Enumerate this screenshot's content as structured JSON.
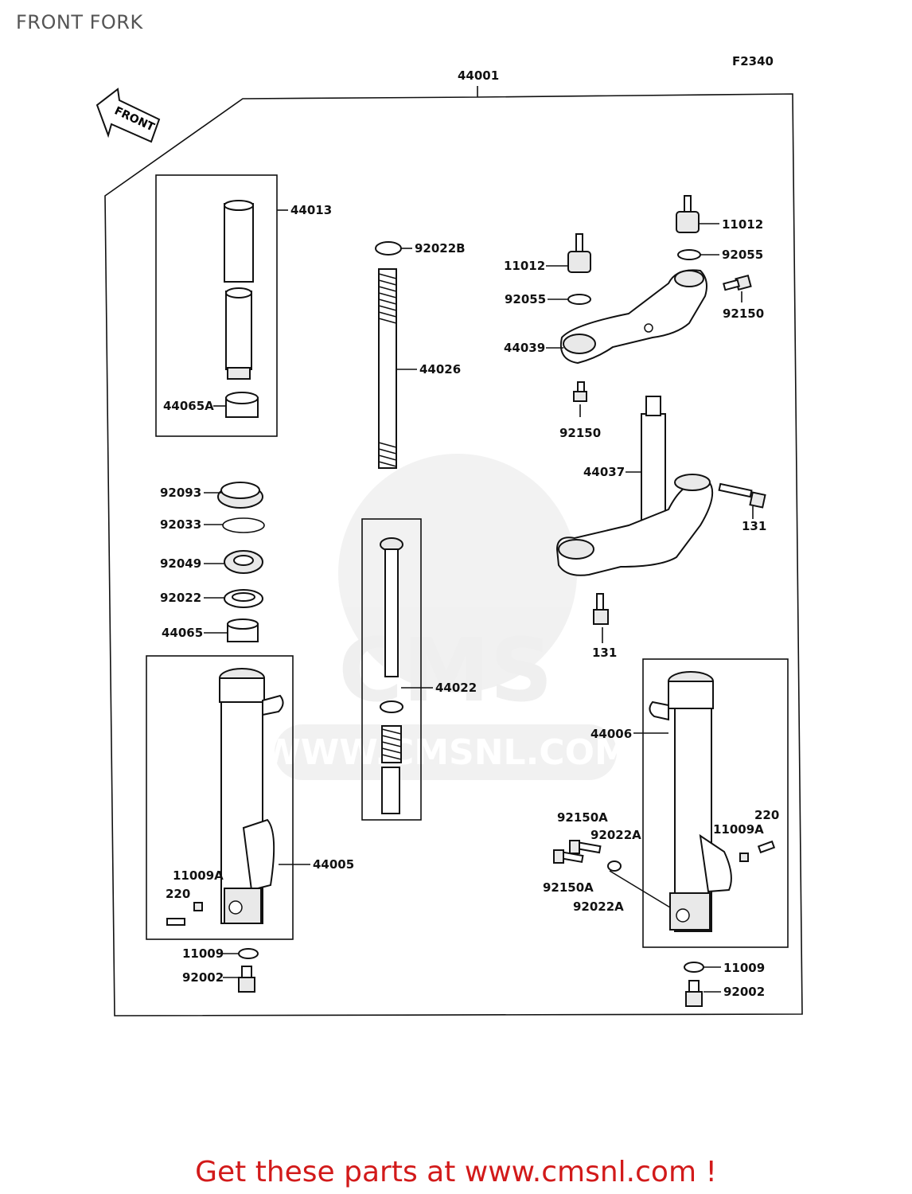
{
  "page": {
    "title": "FRONT FORK",
    "figure_code": "F2340",
    "front_label": "FRONT"
  },
  "watermark": {
    "brand": "CMS",
    "url": "WWW.CMSNL.COM"
  },
  "parts": {
    "assembly": "44001",
    "p44013": "44013",
    "p44065A": "44065A",
    "p92022B": "92022B",
    "p44026": "44026",
    "p11012_a": "11012",
    "p11012_b": "11012",
    "p92055_a": "92055",
    "p92055_b": "92055",
    "p92150_a": "92150",
    "p92150_b": "92150",
    "p44039": "44039",
    "p44037": "44037",
    "p131_a": "131",
    "p131_b": "131",
    "p92093": "92093",
    "p92033": "92033",
    "p92049": "92049",
    "p92022": "92022",
    "p44065": "44065",
    "p44022": "44022",
    "p44006": "44006",
    "p44005": "44005",
    "p11009A_l": "11009A",
    "p220_l": "220",
    "p11009_l": "11009",
    "p92002_l": "92002",
    "p92150A_a": "92150A",
    "p92022A_a": "92022A",
    "p92150A_b": "92150A",
    "p92022A_b": "92022A",
    "p11009A_r": "11009A",
    "p220_r": "220",
    "p11009_r": "11009",
    "p92002_r": "92002"
  },
  "footer": {
    "text": "Get these parts at www.cmsnl.com !",
    "color": "#d21a1a"
  }
}
